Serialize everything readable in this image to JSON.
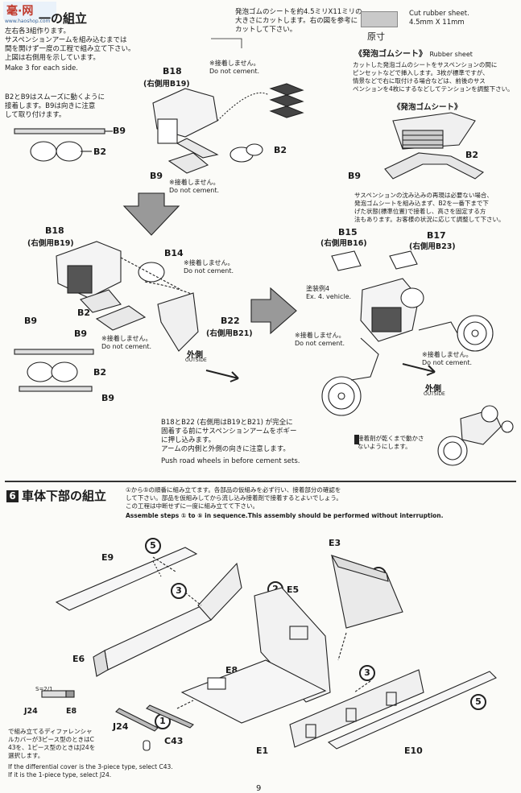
{
  "watermark": {
    "brand": "毫·网",
    "url": "www.haoshop.com"
  },
  "section5": {
    "title_suffix": "一の組立",
    "intro_jp": [
      "左右各3組作ります。",
      "サスペンションアームを組み込むまでは",
      "間を開けず一度の工程で組み立て下さい。",
      "上図は右側用を示しています。"
    ],
    "intro_en": "Make 3 for each side.",
    "b2b9_jp": [
      "B2とB9はスムーズに動くように",
      "接着します。B9は向きに注意",
      "して取り付けます。"
    ],
    "rubber_jp": [
      "発泡ゴムのシートを約4.5ミリX11ミリの",
      "大きさにカットします。右の図を参考に",
      "カットして下さい。"
    ],
    "cut_en": [
      "Cut rubber sheet.",
      "4.5mm  X  11mm"
    ],
    "gensun": "原寸",
    "foam_heading": "《発泡ゴムシート》",
    "foam_heading_en": "Rubber sheet",
    "foam_jp": [
      "カットした発泡ゴムのシートをサスペンションの間に",
      "ピンセットなどで挿入します。3枚が標準ですが、",
      "情景などで右に取付ける場合などは、前後のサス",
      "ペンションを4枚にするなどしてテンションを調整下さい。"
    ],
    "foam_heading2": "《発泡ゴムシート》",
    "sink_jp": [
      "サスペンションの沈み込みの再現は必要ない場合、",
      "発泡ゴムシートを組み込まず、B2を一番下まで下",
      "げた状態(標準位置)で接着し、高さを固定する方",
      "法もあります。お客様の状況に応じて調整して下さい。"
    ],
    "no_cement_jp": "※接着しません。",
    "no_cement_en": "Do not cement.",
    "pushfit_jp": [
      "B18とB22 (右側用はB19とB21) が完全に",
      "固着する前にサスペンションアームをボギー",
      "に押し込みます。",
      "アームの内側と外側の向きに注意します。"
    ],
    "pushfit_en": "Push road wheels in before cement sets.",
    "outside_jp": "外側",
    "outside_en": "OUTSIDE",
    "paint_jp": "塗装例4",
    "paint_en": "Ex. 4. vehicle.",
    "dry_jp": [
      "接着剤が乾くまで動かさ",
      "ないようにします。"
    ],
    "labels": {
      "B18_top": "B18",
      "B18_top_r": "(右側用B19)",
      "B18_mid": "B18",
      "B18_mid_r": "(右側用B19)",
      "B9": "B9",
      "B2": "B2",
      "B14": "B14",
      "B22": "B22",
      "B22_r": "(右側用B21)",
      "B15": "B15",
      "B15_r": "(右側用B16)",
      "B17": "B17",
      "B17_r": "(右側用B23)"
    }
  },
  "section6": {
    "number": "6",
    "title": "車体下部の組立",
    "steps_jp": [
      "①から⑤の順番に組み立てます。各部品の仮組みを必ず行い、接着部分の確認を",
      "して下さい。部品を仮組みしてから流し込み接着剤で接着するとよいでしょう。",
      "この工程は中断せずに一度に組み立てて下さい。"
    ],
    "steps_en": "Assemble steps ① to ⑤ in sequence.This assembly should be performed without interruption.",
    "labels": {
      "E9": "E9",
      "E3": "E3",
      "E5": "E5",
      "E6": "E6",
      "E8": "E8",
      "E1": "E1",
      "E10": "E10",
      "C43": "C43",
      "J24": "J24",
      "J24b": "J24",
      "E8b": "E8",
      "ratio": "S=2/1"
    },
    "steps": [
      "5",
      "3",
      "2",
      "4",
      "3",
      "1",
      "5"
    ],
    "diff_jp": [
      "で組み立てるディファレンシャ",
      "ルカバーが3ピース型のときはC",
      "43を、1ピース型のときはJ24を",
      "選択します。"
    ],
    "diff_en": [
      "If the differential cover is the 3-piece type, select C43.",
      "If it is the 1-piece type, select J24."
    ]
  },
  "page_number": "9"
}
